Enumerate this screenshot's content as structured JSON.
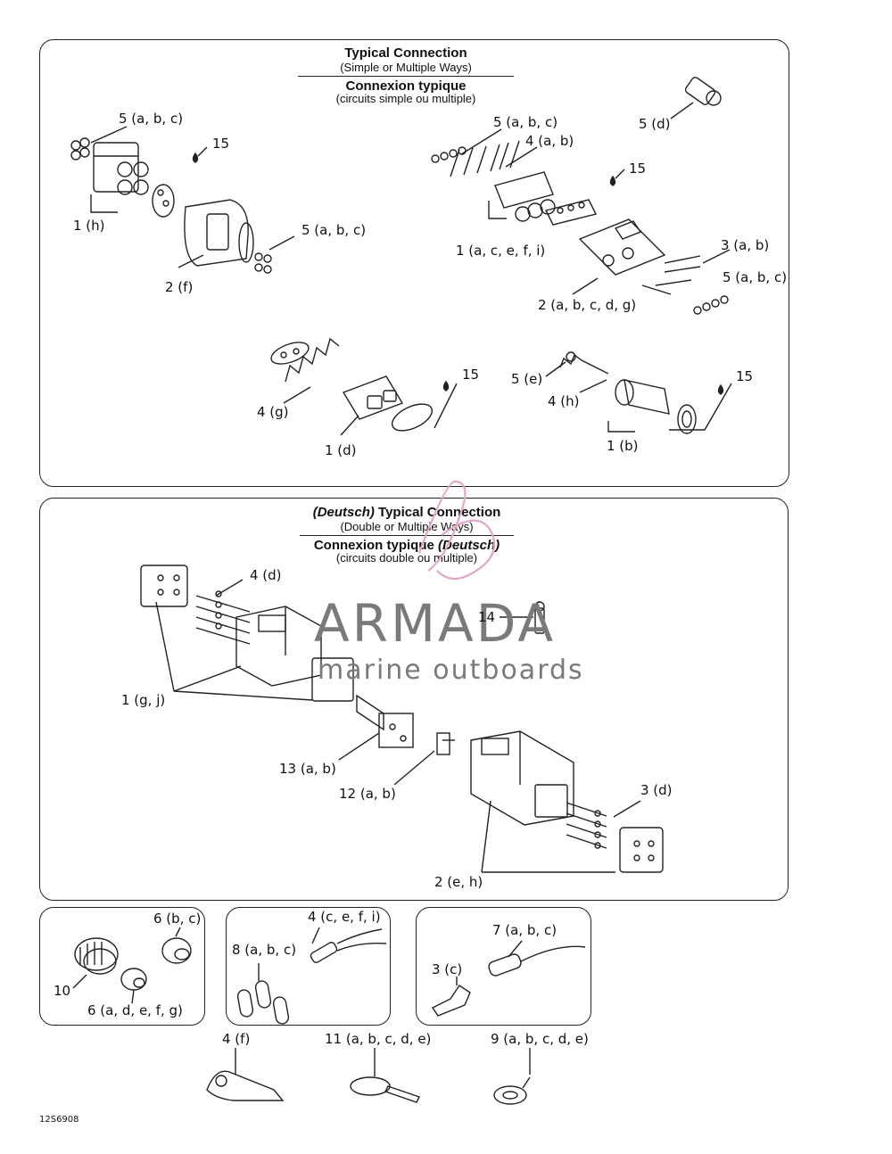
{
  "top_panel": {
    "title_en": "Typical Connection",
    "subtitle_en": "(Simple or Multiple Ways)",
    "title_fr": "Connexion typique",
    "subtitle_fr": "(circuits simple ou multiple)"
  },
  "mid_panel": {
    "title_en_italic": "(Deutsch)",
    "title_en": " Typical Connection",
    "subtitle_en": "(Double or Multiple Ways)",
    "title_fr": "Connexion typique ",
    "title_fr_italic": "(Deutsch)",
    "subtitle_fr": "(circuits double ou multiple)"
  },
  "labels": {
    "l_5abc_1": "5 (a, b, c)",
    "l_15_1": "15",
    "l_1h": "1 (h)",
    "l_5abc_2": "5 (a, b, c)",
    "l_2f": "2 (f)",
    "l_5d": "5 (d)",
    "l_5abc_3": "5 (a, b, c)",
    "l_4ab": "4 (a, b)",
    "l_15_2": "15",
    "l_1acefi": "1 (a, c, e, f, i)",
    "l_3ab": "3 (a, b)",
    "l_5abc_4": "5 (a, b, c)",
    "l_2abcdg": "2 (a, b, c, d, g)",
    "l_15_3": "15",
    "l_4g": "4 (g)",
    "l_1d": "1 (d)",
    "l_5e": "5 (e)",
    "l_4h": "4 (h)",
    "l_15_4": "15",
    "l_1b": "1 (b)",
    "l_4d": "4 (d)",
    "l_14": "14",
    "l_1gj": "1 (g, j)",
    "l_13ab": "13 (a, b)",
    "l_12ab": "12 (a, b)",
    "l_3d": "3 (d)",
    "l_2eh": "2 (e, h)",
    "l_6bc": "6 (b, c)",
    "l_10": "10",
    "l_6adefg": "6 (a, d, e, f, g)",
    "l_4cefi": "4 (c, e, f, i)",
    "l_8abc": "8 (a, b, c)",
    "l_7abc": "7 (a, b, c)",
    "l_3c": "3 (c)",
    "l_4f": "4 (f)",
    "l_11abcde": "11 (a, b, c, d, e)",
    "l_9abcde": "9 (a, b, c, d, e)"
  },
  "figure_code": "12S6908",
  "watermark": {
    "brand": "ARMADA",
    "tagline": "marine outboards",
    "logo_color": "#e2a6c8",
    "text_color": "#7a7a7a"
  },
  "colors": {
    "line": "#222222",
    "background": "#ffffff"
  }
}
